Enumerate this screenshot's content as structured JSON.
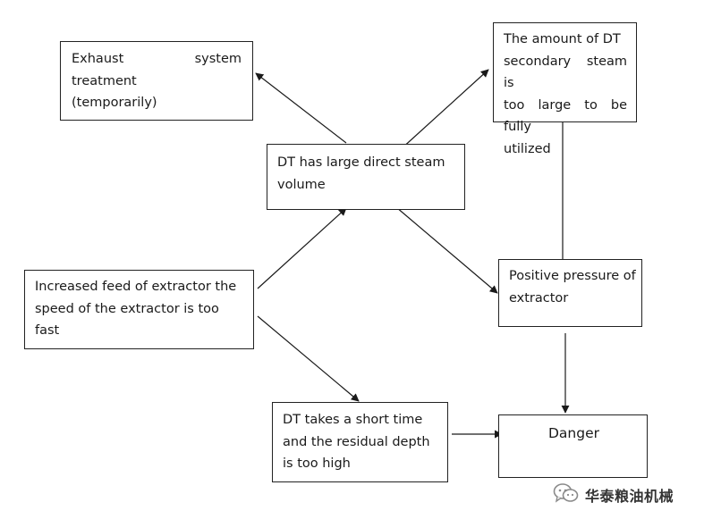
{
  "nodes": {
    "exhaust": "Exhaust  system  treatment\n(temporarily)",
    "secondary_steam": "The  amount  of  DT\nsecondary  steam  is\ntoo large to be fully\nutilized",
    "direct_steam": "DT  has  large  direct  steam\nvolume",
    "increased_feed": "Increased  feed  of  extractor  the\n  speed  of  the  extractor  is  too\nfast",
    "positive_pressure": "Positive pressure of\nextractor",
    "short_time": "DT  takes  a  short  time\nand  the  residual  depth\n  is  too  high",
    "danger": "Danger"
  },
  "watermark": {
    "text": "华泰粮油机械",
    "icon": "wechat-icon"
  },
  "colors": {
    "line": "#1a1a1a",
    "border": "#222222"
  }
}
